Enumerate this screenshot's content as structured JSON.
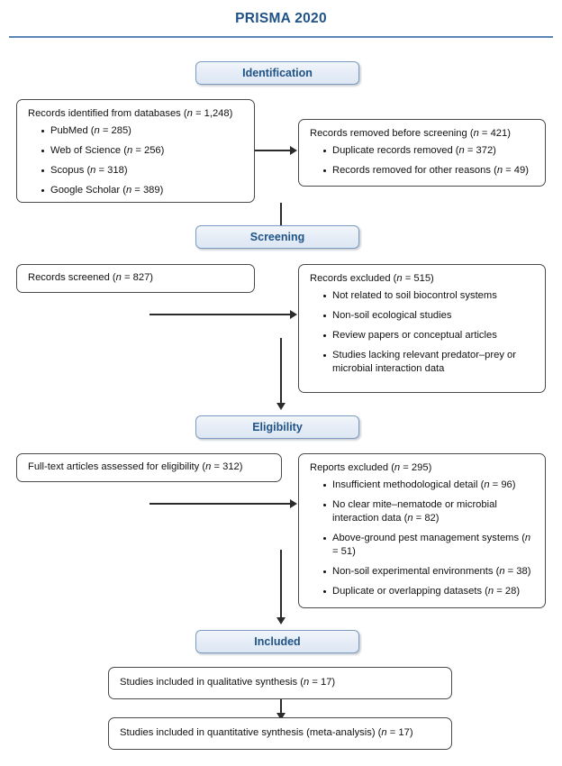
{
  "title": "PRISMA 2020",
  "stages": {
    "identification": "Identification",
    "screening": "Screening",
    "eligibility": "Eligibility",
    "included": "Included"
  },
  "boxes": {
    "records_identified": {
      "head": "Records identified from databases (n = 1,248)",
      "items": [
        "PubMed (n = 285)",
        "Web of Science (n = 256)",
        "Scopus (n = 318)",
        "Google Scholar (n = 389)"
      ]
    },
    "records_removed": {
      "head": "Records removed before screening (n = 421)",
      "items": [
        "Duplicate records removed (n = 372)",
        "Records removed for other reasons (n = 49)"
      ]
    },
    "records_screened": {
      "head": "Records screened (n = 827)"
    },
    "records_excluded": {
      "head": "Records excluded (n = 515)",
      "items": [
        "Not related to soil biocontrol systems",
        "Non-soil ecological studies",
        "Review papers or conceptual articles",
        "Studies lacking relevant predator–prey or microbial interaction data"
      ]
    },
    "fulltext_assessed": {
      "head": "Full-text articles assessed for eligibility (n = 312)"
    },
    "reports_excluded": {
      "head": "Reports excluded (n = 295)",
      "items": [
        "Insufficient methodological detail (n = 96)",
        "No clear mite–nematode or microbial interaction data (n = 82)",
        "Above-ground pest management systems (n = 51)",
        "Non-soil experimental environments (n = 38)",
        "Duplicate or overlapping datasets (n = 28)"
      ]
    },
    "qualitative": {
      "head": "Studies included in qualitative synthesis (n = 17)"
    },
    "quantitative": {
      "head": "Studies included in quantitative synthesis (meta-analysis) (n = 17)"
    }
  },
  "colors": {
    "title_blue": "#1f5286",
    "rule_blue": "#5b87b5",
    "pill_border": "#7d9bc0",
    "pill_fill": "#e4ecf6",
    "box_border": "#4a4a4a",
    "connector": "#2b2b2b"
  }
}
